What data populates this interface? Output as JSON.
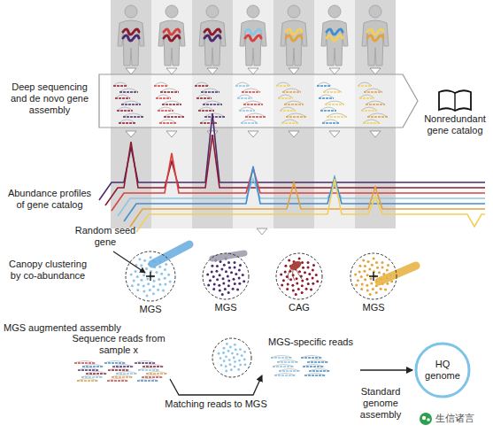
{
  "diagram": {
    "nodes": [
      {
        "text": [
          "Nonredundant gene catalog"
        ]
      },
      {
        "text": [
          "MGS"
        ]
      },
      {
        "text": [
          "MGS"
        ]
      },
      {
        "text": [
          "CAG"
        ]
      },
      {
        "text": [
          "MGS"
        ]
      },
      {
        "text": [
          "Sequence reads from sample x"
        ]
      },
      {
        "text": [
          "MGS-specific reads"
        ]
      },
      {
        "text": [
          "HQ genome"
        ]
      }
    ],
    "edges": [
      {
        "from": 5,
        "to": 6,
        "arrow": "to",
        "label": "Matching reads to MGS"
      },
      {
        "from": 6,
        "to": 7,
        "arrow": "to",
        "label": "Standard genome assembly"
      }
    ],
    "labels": [
      "Deep sequencing and de novo gene assembly",
      "Abundance profiles of gene catalog",
      "Random seed gene",
      "Canopy clustering by co-abundance",
      "MGS augmented assembly",
      "生信诸言"
    ]
  }
}
